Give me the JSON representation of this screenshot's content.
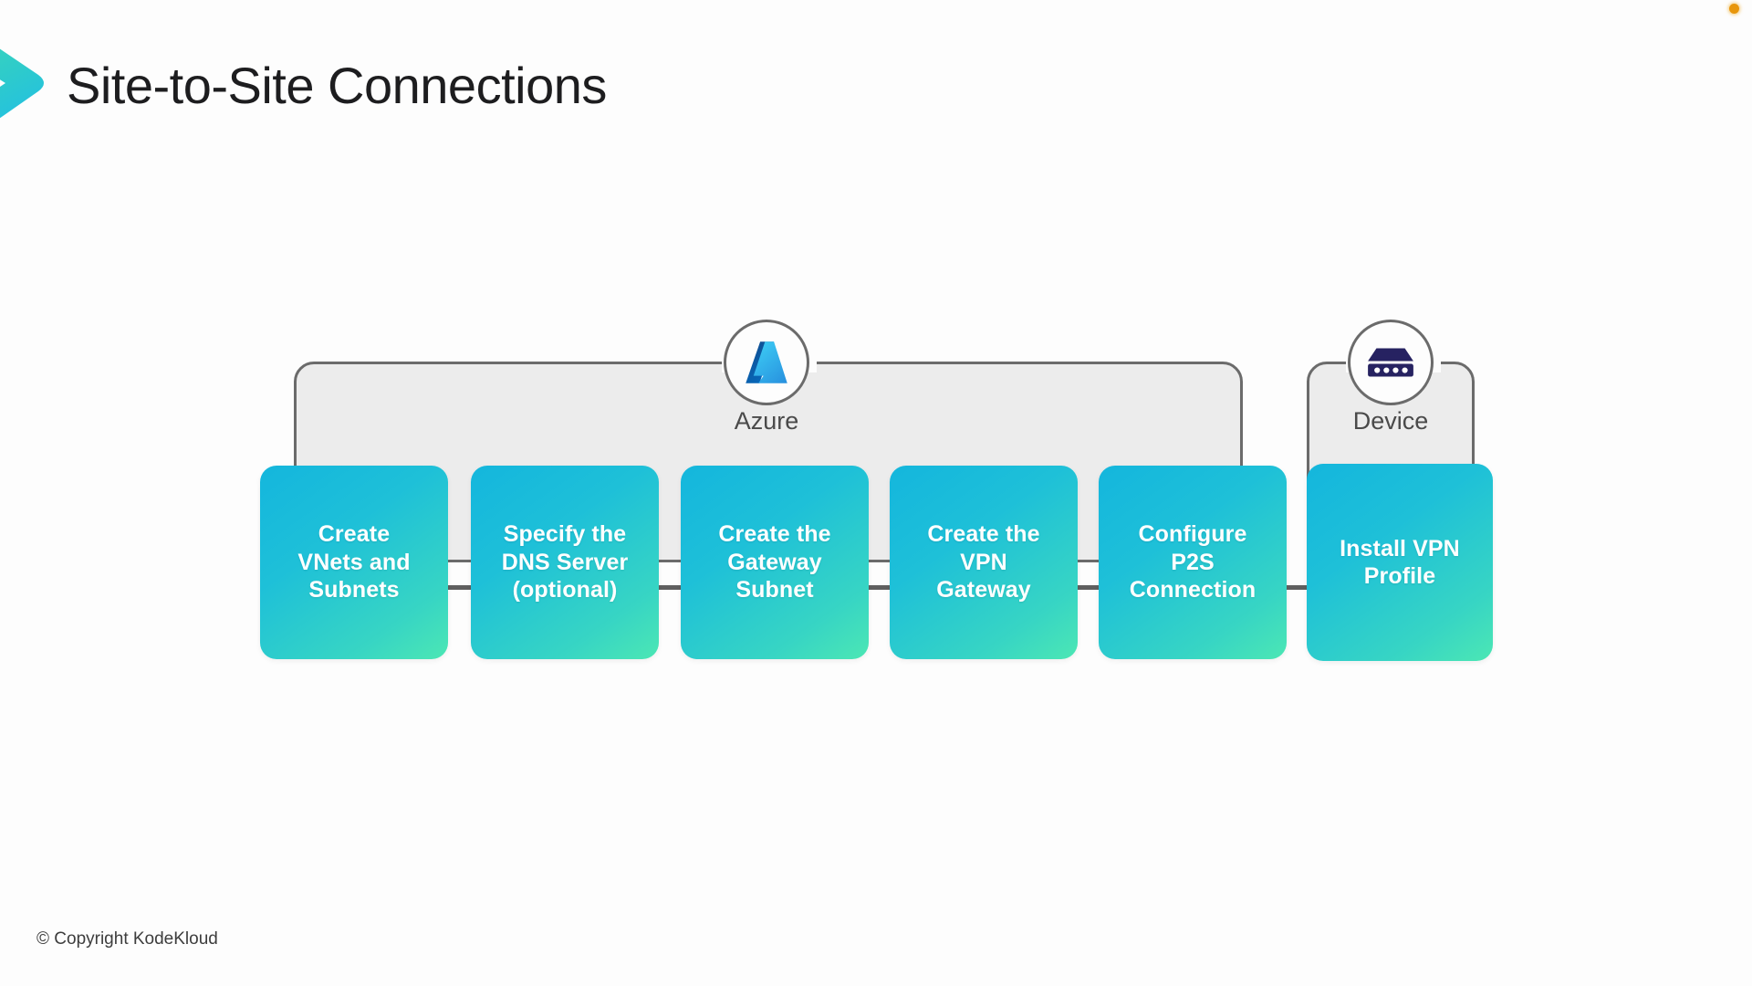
{
  "slide": {
    "title": "Site-to-Site Connections",
    "footer": "© Copyright KodeKloud",
    "background_color": "#fdfdfd",
    "title_color": "#1d1d1f",
    "status_dot_color": "#e8960c"
  },
  "brand": {
    "logo_icon": "chevron-right-icon",
    "gradient_from": "#3fd9b4",
    "gradient_to": "#23c2e0"
  },
  "diagram": {
    "type": "process-flow",
    "groups": [
      {
        "id": "azure",
        "label": "Azure",
        "icon": "azure-logo-icon",
        "fill": "#ececec",
        "border": "#6b6b6b"
      },
      {
        "id": "device",
        "label": "Device",
        "icon": "router-device-icon",
        "fill": "#ececec",
        "border": "#6b6b6b"
      }
    ],
    "card_gradient_from": "#14b6dd",
    "card_gradient_to": "#4ce7b4",
    "card_text_color": "#ffffff",
    "steps": [
      {
        "index": 1,
        "label": "Create\nVNets and\nSubnets",
        "group": "azure"
      },
      {
        "index": 2,
        "label": "Specify the\nDNS Server\n(optional)",
        "group": "azure"
      },
      {
        "index": 3,
        "label": "Create the\nGateway\nSubnet",
        "group": "azure"
      },
      {
        "index": 4,
        "label": "Create the\nVPN\nGateway",
        "group": "azure"
      },
      {
        "index": 5,
        "label": "Configure\nP2S\nConnection",
        "group": "azure"
      },
      {
        "index": 6,
        "label": "Install VPN\nProfile",
        "group": "device"
      }
    ]
  }
}
